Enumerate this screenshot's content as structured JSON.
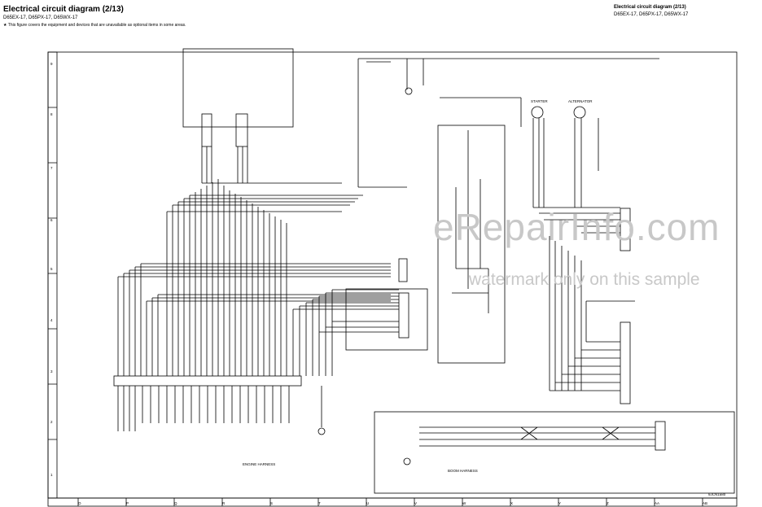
{
  "header": {
    "title": "Electrical circuit diagram (2/13)",
    "models": "D65EX-17, D65PX-17, D65WX-17",
    "note": "★ This figure covers the equipment and devices that are unavailable as optional items in some areas.",
    "right_title": "Electrical circuit diagram (2/13)",
    "right_models": "D65EX-17, D65PX-17, D65WX-17"
  },
  "watermark": {
    "site": "eRepairInfo.com",
    "note": "watermark only on this sample"
  },
  "labels": {
    "engine_harness": "ENGINE HARNESS",
    "boom_harness": "BOOM HARNESS",
    "starter": "STARTER",
    "alternator": "ALTERNATOR",
    "drawing_no": "9JCN1580"
  },
  "grid": {
    "columns": [
      "O",
      "P",
      "Q",
      "R",
      "S",
      "T",
      "U",
      "V",
      "W",
      "X",
      "Y",
      "Z",
      "AA",
      "AB"
    ],
    "rows": [
      "9",
      "8",
      "7",
      "6",
      "5",
      "4",
      "3",
      "2",
      "1"
    ]
  }
}
